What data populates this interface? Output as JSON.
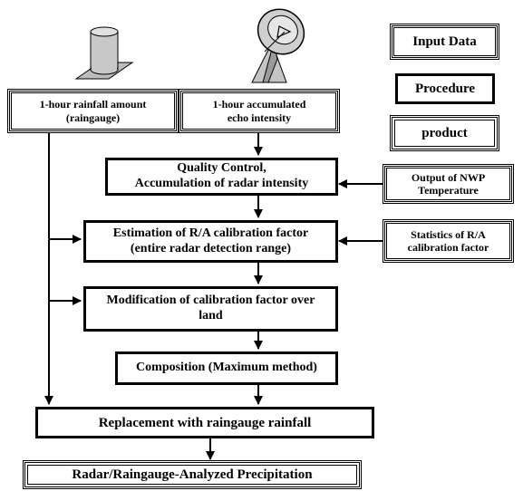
{
  "legend": {
    "input": "Input Data",
    "procedure": "Procedure",
    "product": "product"
  },
  "inputs": {
    "raingauge": "1-hour rainfall amount\n(raingauge)",
    "radar": "1-hour accumulated\necho intensity"
  },
  "side_inputs": {
    "nwp": "Output of NWP\nTemperature",
    "stats": "Statistics of R/A\ncalibration factor"
  },
  "steps": {
    "quality_control": "Quality Control,\nAccumulation of radar intensity",
    "estimation": "Estimation of R/A calibration factor\n(entire radar detection range)",
    "modification": "Modification of calibration factor over\nland",
    "composition": "Composition (Maximum method)",
    "replacement": "Replacement with raingauge rainfall"
  },
  "output": {
    "product": "Radar/Raingauge-Analyzed Precipitation"
  },
  "icons": {
    "raingauge": "cylinder-raingauge-icon",
    "radar": "radar-dish-icon"
  }
}
